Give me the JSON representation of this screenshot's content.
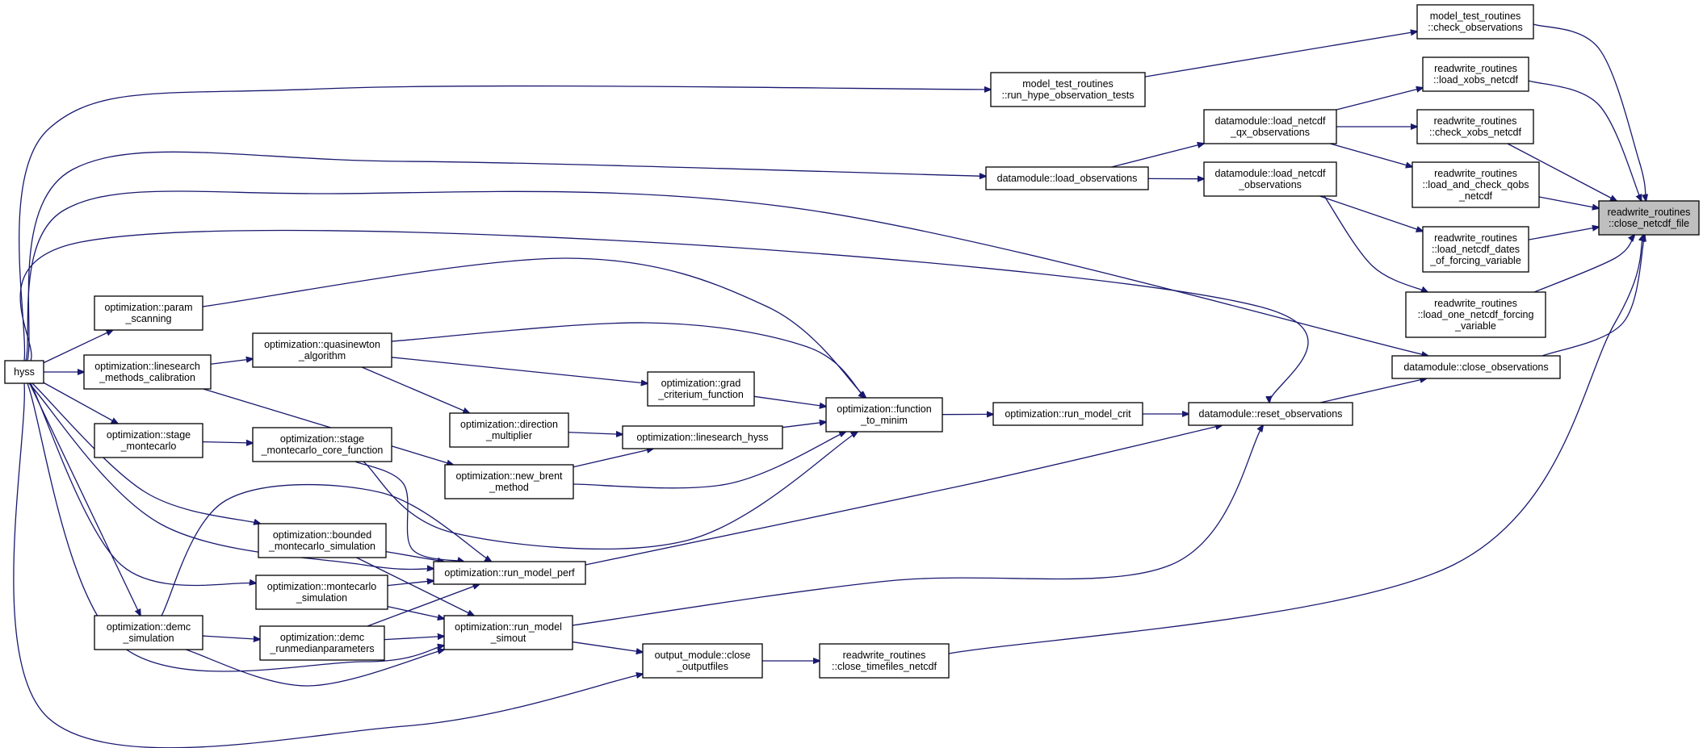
{
  "diagram": {
    "type": "call-graph",
    "edge_color": "#191970",
    "highlight_fill": "#bfbfbf",
    "nodes": [
      {
        "id": "hyss",
        "lines": [
          "hyss"
        ]
      },
      {
        "id": "param_scanning",
        "lines": [
          "optimization::param",
          "_scanning"
        ]
      },
      {
        "id": "linesearch_methods_calibration",
        "lines": [
          "optimization::linesearch",
          "_methods_calibration"
        ]
      },
      {
        "id": "stage_montecarlo",
        "lines": [
          "optimization::stage",
          "_montecarlo"
        ]
      },
      {
        "id": "demc_simulation",
        "lines": [
          "optimization::demc",
          "_simulation"
        ]
      },
      {
        "id": "quasinewton_algorithm",
        "lines": [
          "optimization::quasinewton",
          "_algorithm"
        ]
      },
      {
        "id": "stage_montecarlo_core_function",
        "lines": [
          "optimization::stage",
          "_montecarlo_core_function"
        ]
      },
      {
        "id": "bounded_montecarlo_simulation",
        "lines": [
          "optimization::bounded",
          "_montecarlo_simulation"
        ]
      },
      {
        "id": "montecarlo_simulation",
        "lines": [
          "optimization::montecarlo",
          "_simulation"
        ]
      },
      {
        "id": "demc_runmedianparameters",
        "lines": [
          "optimization::demc",
          "_runmedianparameters"
        ]
      },
      {
        "id": "direction_multiplier",
        "lines": [
          "optimization::direction",
          "_multiplier"
        ]
      },
      {
        "id": "new_brent_method",
        "lines": [
          "optimization::new_brent",
          "_method"
        ]
      },
      {
        "id": "run_model_perf",
        "lines": [
          "optimization::run_model_perf"
        ]
      },
      {
        "id": "run_model_simout",
        "lines": [
          "optimization::run_model",
          "_simout"
        ]
      },
      {
        "id": "linesearch_hyss",
        "lines": [
          "optimization::linesearch_hyss"
        ]
      },
      {
        "id": "grad_criterium_function",
        "lines": [
          "optimization::grad",
          "_criterium_function"
        ]
      },
      {
        "id": "close_outputfiles",
        "lines": [
          "output_module::close",
          "_outputfiles"
        ]
      },
      {
        "id": "close_timefiles_netcdf",
        "lines": [
          "readwrite_routines",
          "::close_timefiles_netcdf"
        ]
      },
      {
        "id": "function_to_minim",
        "lines": [
          "optimization::function",
          "_to_minim"
        ]
      },
      {
        "id": "run_model_crit",
        "lines": [
          "optimization::run_model_crit"
        ]
      },
      {
        "id": "run_hype_observation_tests",
        "lines": [
          "model_test_routines",
          "::run_hype_observation_tests"
        ]
      },
      {
        "id": "load_observations",
        "lines": [
          "datamodule::load_observations"
        ]
      },
      {
        "id": "reset_observations",
        "lines": [
          "datamodule::reset_observations"
        ]
      },
      {
        "id": "load_netcdf_qx_observations",
        "lines": [
          "datamodule::load_netcdf",
          "_qx_observations"
        ]
      },
      {
        "id": "load_netcdf_observations",
        "lines": [
          "datamodule::load_netcdf",
          "_observations"
        ]
      },
      {
        "id": "close_observations",
        "lines": [
          "datamodule::close_observations"
        ]
      },
      {
        "id": "check_observations",
        "lines": [
          "model_test_routines",
          "::check_observations"
        ]
      },
      {
        "id": "load_xobs_netcdf",
        "lines": [
          "readwrite_routines",
          "::load_xobs_netcdf"
        ]
      },
      {
        "id": "check_xobs_netcdf",
        "lines": [
          "readwrite_routines",
          "::check_xobs_netcdf"
        ]
      },
      {
        "id": "load_and_check_qobs",
        "lines": [
          "readwrite_routines",
          "::load_and_check_qobs",
          "_netcdf"
        ]
      },
      {
        "id": "load_netcdf_dates",
        "lines": [
          "readwrite_routines",
          "::load_netcdf_dates",
          "_of_forcing_variable"
        ]
      },
      {
        "id": "load_one_netcdf_forcing",
        "lines": [
          "readwrite_routines",
          "::load_one_netcdf_forcing",
          "_variable"
        ]
      },
      {
        "id": "close_netcdf_file",
        "lines": [
          "readwrite_routines",
          "::close_netcdf_file"
        ],
        "highlight": true
      }
    ],
    "edges": [
      [
        "hyss",
        "param_scanning"
      ],
      [
        "hyss",
        "linesearch_methods_calibration"
      ],
      [
        "hyss",
        "stage_montecarlo"
      ],
      [
        "hyss",
        "demc_simulation"
      ],
      [
        "hyss",
        "bounded_montecarlo_simulation"
      ],
      [
        "hyss",
        "montecarlo_simulation"
      ],
      [
        "hyss",
        "run_model_perf"
      ],
      [
        "hyss",
        "run_model_simout"
      ],
      [
        "hyss",
        "close_outputfiles"
      ],
      [
        "hyss",
        "run_hype_observation_tests"
      ],
      [
        "hyss",
        "load_observations"
      ],
      [
        "hyss",
        "reset_observations"
      ],
      [
        "hyss",
        "close_observations"
      ],
      [
        "param_scanning",
        "function_to_minim"
      ],
      [
        "linesearch_methods_calibration",
        "quasinewton_algorithm"
      ],
      [
        "linesearch_methods_calibration",
        "new_brent_method"
      ],
      [
        "quasinewton_algorithm",
        "function_to_minim"
      ],
      [
        "quasinewton_algorithm",
        "grad_criterium_function"
      ],
      [
        "quasinewton_algorithm",
        "direction_multiplier"
      ],
      [
        "direction_multiplier",
        "linesearch_hyss"
      ],
      [
        "new_brent_method",
        "linesearch_hyss"
      ],
      [
        "new_brent_method",
        "function_to_minim"
      ],
      [
        "linesearch_hyss",
        "function_to_minim"
      ],
      [
        "grad_criterium_function",
        "function_to_minim"
      ],
      [
        "stage_montecarlo",
        "stage_montecarlo_core_function"
      ],
      [
        "stage_montecarlo_core_function",
        "run_model_perf"
      ],
      [
        "stage_montecarlo_core_function",
        "function_to_minim"
      ],
      [
        "bounded_montecarlo_simulation",
        "run_model_perf"
      ],
      [
        "bounded_montecarlo_simulation",
        "run_model_simout"
      ],
      [
        "montecarlo_simulation",
        "run_model_perf"
      ],
      [
        "montecarlo_simulation",
        "run_model_simout"
      ],
      [
        "demc_simulation",
        "demc_runmedianparameters"
      ],
      [
        "demc_simulation",
        "run_model_perf"
      ],
      [
        "demc_simulation",
        "run_model_simout"
      ],
      [
        "demc_runmedianparameters",
        "run_model_perf"
      ],
      [
        "demc_runmedianparameters",
        "run_model_simout"
      ],
      [
        "run_model_perf",
        "reset_observations"
      ],
      [
        "run_model_simout",
        "reset_observations"
      ],
      [
        "run_model_simout",
        "close_outputfiles"
      ],
      [
        "close_outputfiles",
        "close_timefiles_netcdf"
      ],
      [
        "close_timefiles_netcdf",
        "close_netcdf_file"
      ],
      [
        "function_to_minim",
        "run_model_crit"
      ],
      [
        "run_model_crit",
        "reset_observations"
      ],
      [
        "reset_observations",
        "close_observations"
      ],
      [
        "run_hype_observation_tests",
        "check_observations"
      ],
      [
        "load_observations",
        "load_netcdf_qx_observations"
      ],
      [
        "load_observations",
        "load_netcdf_observations"
      ],
      [
        "load_netcdf_qx_observations",
        "load_xobs_netcdf"
      ],
      [
        "load_netcdf_qx_observations",
        "check_xobs_netcdf"
      ],
      [
        "load_netcdf_qx_observations",
        "load_and_check_qobs"
      ],
      [
        "load_netcdf_observations",
        "load_netcdf_dates"
      ],
      [
        "load_netcdf_observations",
        "load_one_netcdf_forcing"
      ],
      [
        "close_observations",
        "close_netcdf_file"
      ],
      [
        "check_observations",
        "close_netcdf_file"
      ],
      [
        "load_xobs_netcdf",
        "close_netcdf_file"
      ],
      [
        "check_xobs_netcdf",
        "close_netcdf_file"
      ],
      [
        "load_and_check_qobs",
        "close_netcdf_file"
      ],
      [
        "load_netcdf_dates",
        "close_netcdf_file"
      ],
      [
        "load_one_netcdf_forcing",
        "close_netcdf_file"
      ]
    ]
  }
}
